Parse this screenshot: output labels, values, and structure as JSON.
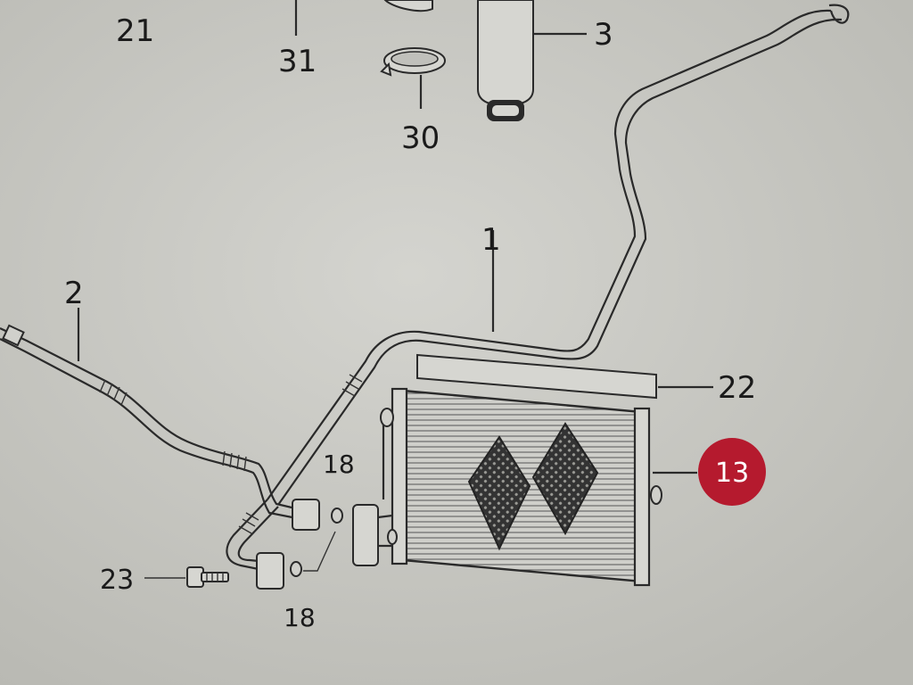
{
  "callouts": {
    "c21": "21",
    "c31": "31",
    "c3": "3",
    "c30": "30",
    "c1": "1",
    "c2": "2",
    "c22": "22",
    "c13": "13",
    "c18a": "18",
    "c18b": "18",
    "c23": "23"
  },
  "highlight_color": "#b51a2e"
}
